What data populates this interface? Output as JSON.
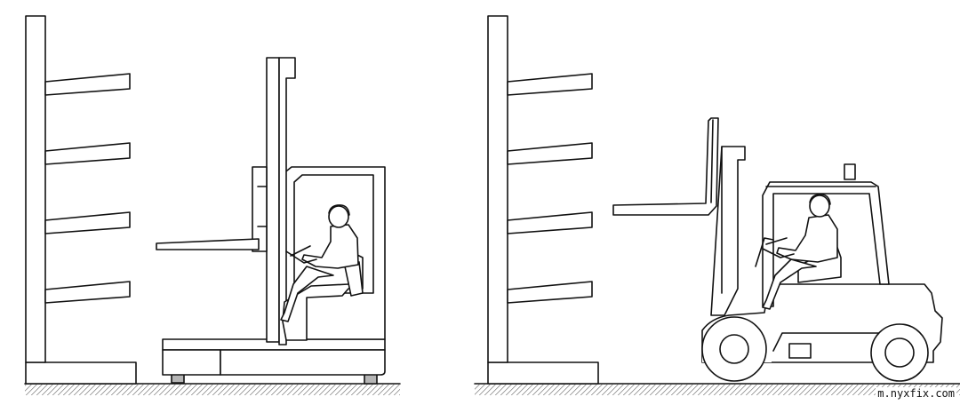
{
  "watermark": "m.nyxfix.com",
  "colors": {
    "ink": "#111111",
    "paper": "#ffffff",
    "wheel_block": "#b5b5b5"
  },
  "left_scene": {
    "description_icon": "side-loader-forklift-icon",
    "rack_arm_count": 4
  },
  "right_scene": {
    "description_icon": "counterbalance-forklift-icon",
    "rack_arm_count": 4
  }
}
